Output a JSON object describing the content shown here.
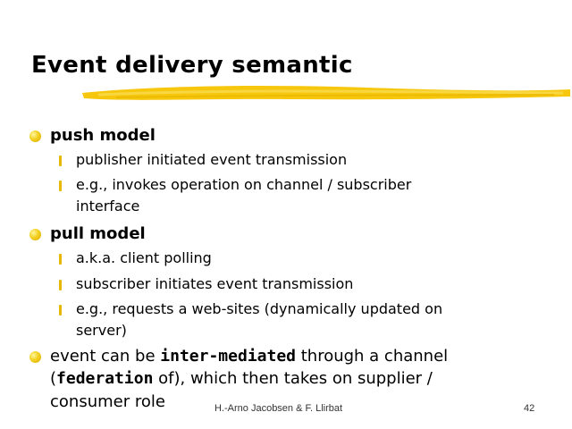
{
  "slide": {
    "title": "Event delivery semantic",
    "colors": {
      "bullet_yellow": "#f3d020",
      "underline_yellow": "#f5c400"
    }
  },
  "bullets": [
    {
      "label": "push model",
      "subitems": [
        {
          "line1": "publisher initiated event transmission"
        },
        {
          "line1": "e.g., invokes operation on channel / subscriber",
          "line2": "interface"
        }
      ]
    },
    {
      "label": "pull model",
      "subitems": [
        {
          "line1": "a.k.a. client polling"
        },
        {
          "line1": "subscriber initiates event transmission"
        },
        {
          "line1": "e.g., requests a web-sites (dynamically updated on",
          "line2": "server)"
        }
      ]
    },
    {
      "parts": {
        "pre": "event can be ",
        "em1": "inter-mediated",
        "post1": " through a channel",
        "open": "(",
        "em2": "federation",
        "post2": " of), which then takes on supplier /",
        "line3": "consumer role"
      }
    }
  ],
  "footer": {
    "author": "H.-Arno Jacobsen & F. Llirbat",
    "page": "42"
  }
}
